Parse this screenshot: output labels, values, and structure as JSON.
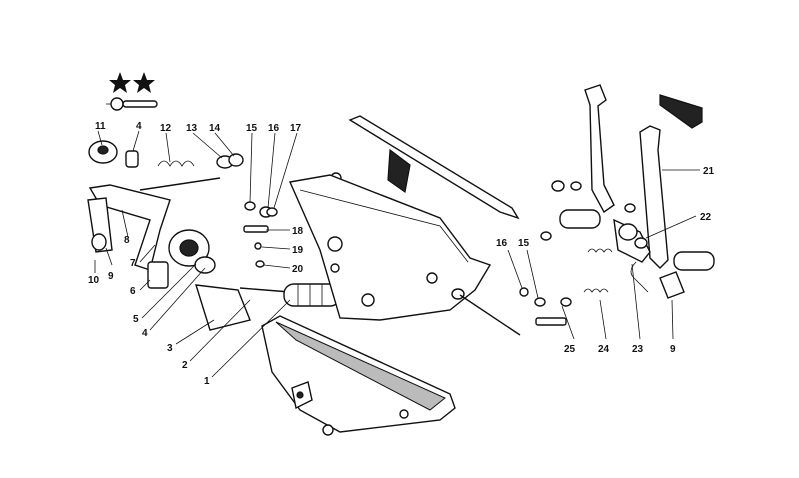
{
  "diagram": {
    "callouts": {
      "c11": "11",
      "c4a": "4",
      "c12": "12",
      "c13": "13",
      "c14": "14",
      "c15a": "15",
      "c16a": "16",
      "c17": "17",
      "c8": "8",
      "c9a": "9",
      "c10": "10",
      "c7": "7",
      "c6": "6",
      "c5": "5",
      "c4b": "4",
      "c3": "3",
      "c2": "2",
      "c1": "1",
      "c18": "18",
      "c19": "19",
      "c20": "20",
      "c16b": "16",
      "c15b": "15",
      "c25": "25",
      "c24": "24",
      "c23": "23",
      "c9b": "9",
      "c21": "21",
      "c22": "22"
    }
  }
}
